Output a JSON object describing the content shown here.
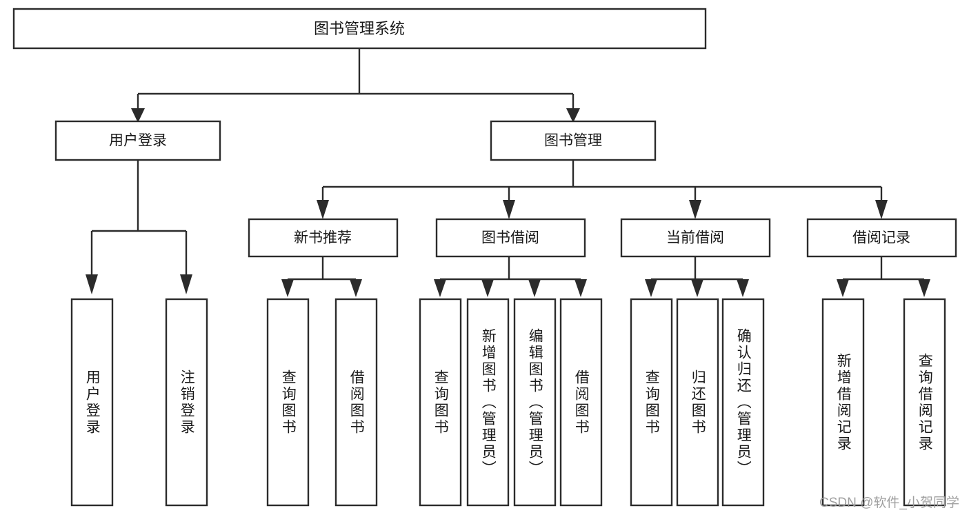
{
  "diagram": {
    "type": "tree",
    "title": "图书管理系统",
    "watermark": "CSDN @软件_小贺同学",
    "colors": {
      "stroke": "#2b2b2b",
      "fill": "#ffffff",
      "text": "#1a1a1a",
      "watermark": "#9a9a9a",
      "background": "#ffffff"
    },
    "levels": {
      "root": "图书管理系统",
      "level2": [
        "用户登录",
        "图书管理"
      ],
      "level3": [
        "新书推荐",
        "图书借阅",
        "当前借阅",
        "借阅记录"
      ]
    },
    "nodes": {
      "root": {
        "label": "图书管理系统"
      },
      "user_login": {
        "label": "用户登录"
      },
      "book_manage": {
        "label": "图书管理"
      },
      "new_book_rec": {
        "label": "新书推荐"
      },
      "book_borrow": {
        "label": "图书借阅"
      },
      "current_borrow": {
        "label": "当前借阅"
      },
      "borrow_record": {
        "label": "借阅记录"
      }
    },
    "leaves": {
      "user_login": [
        "用户登录",
        "注销登录"
      ],
      "new_book_rec": [
        "查询图书",
        "借阅图书"
      ],
      "book_borrow": [
        "查询图书",
        "新增图书（管理员）",
        "编辑图书（管理员）",
        "借阅图书"
      ],
      "current_borrow": [
        "查询图书",
        "归还图书",
        "确认归还（管理员）"
      ],
      "borrow_record": [
        "新增借阅记录",
        "查询借阅记录"
      ]
    }
  }
}
